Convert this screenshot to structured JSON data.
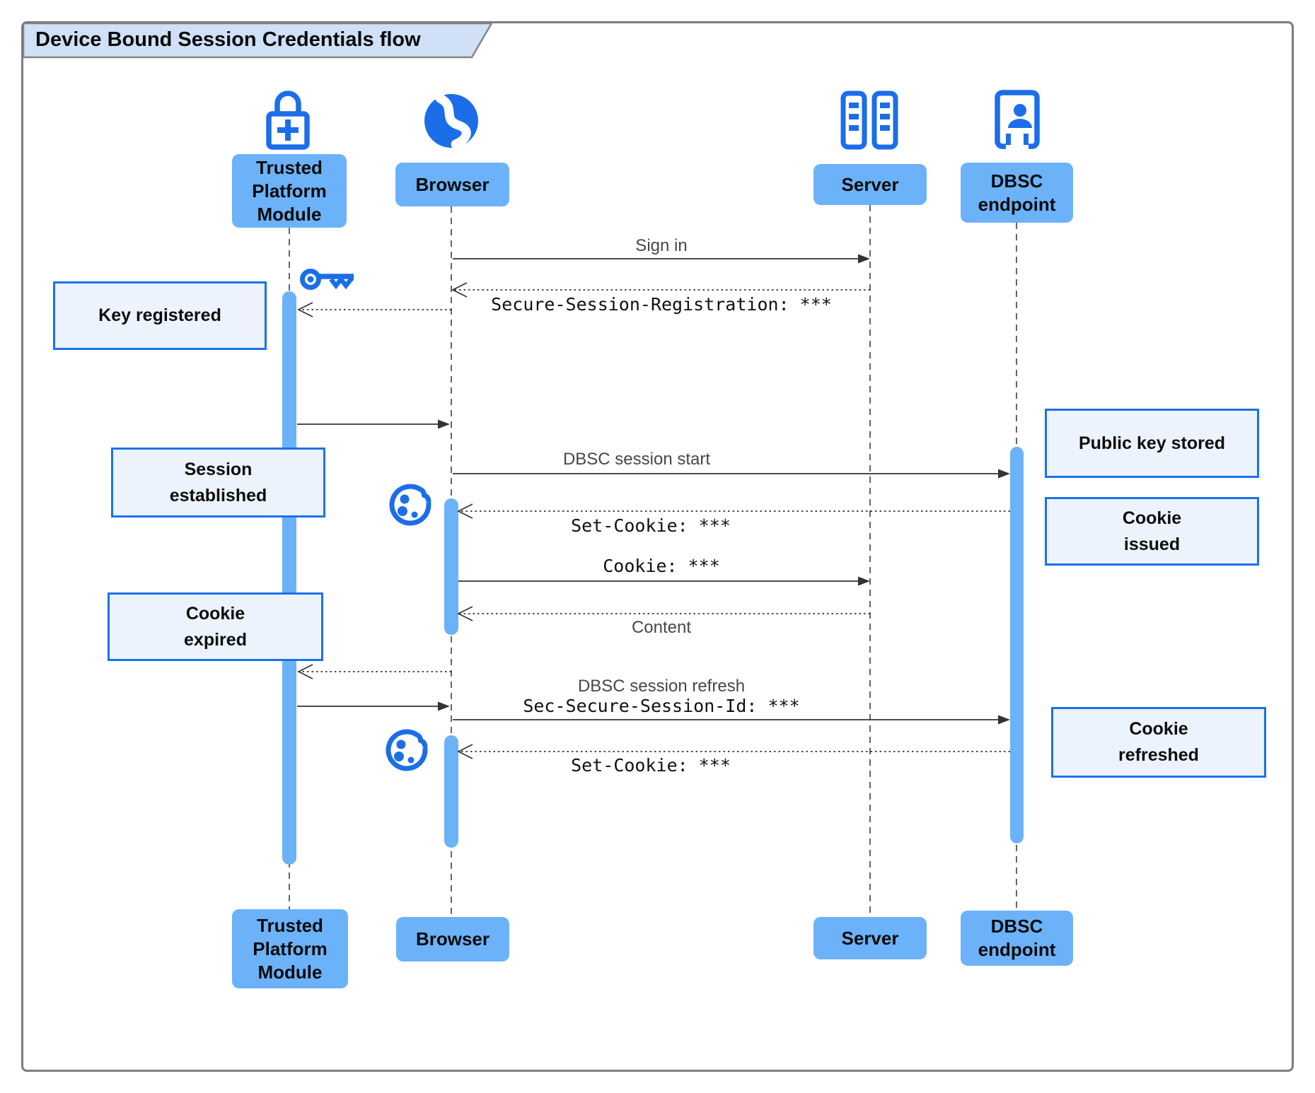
{
  "title": "Device Bound Session Credentials flow",
  "actors": {
    "tpm": {
      "label": "Trusted Platform Module"
    },
    "browser": {
      "label": "Browser"
    },
    "server": {
      "label": "Server"
    },
    "dbsc": {
      "label": "DBSC endpoint"
    }
  },
  "messages": {
    "sign_in": "Sign in",
    "secure_session_registration": "Secure-Session-Registration: ***",
    "dbsc_session_start": "DBSC session start",
    "set_cookie_response": "Set-Cookie: ***",
    "cookie_request": "Cookie: ***",
    "content_response": "Content",
    "dbsc_session_refresh": "DBSC session refresh",
    "sec_secure_session_id": "Sec-Secure-Session-Id: ***",
    "set_cookie_refresh": "Set-Cookie: ***"
  },
  "notes": {
    "key_registered": "Key registered",
    "session_established": "Session established",
    "cookie_expired": "Cookie expired",
    "public_key_stored": "Public key stored",
    "cookie_issued": "Cookie issued",
    "cookie_refreshed": "Cookie refreshed"
  },
  "icons": {
    "tpm": "lock-plus-icon",
    "browser": "globe-icon",
    "server": "server-racks-icon",
    "dbsc": "person-terminal-icon",
    "key": "key-icon",
    "cookie": "cookie-icon"
  },
  "colors": {
    "accent_blue": "#1a73e8",
    "icon_blue": "#1b6ee8",
    "actor_fill": "#6cb2f9",
    "activation_fill": "#6cb2f9",
    "note_fill": "#edf3fd",
    "note_border": "#1a73e8",
    "tab_fill": "#cfe0f7",
    "line_color": "#333333"
  }
}
